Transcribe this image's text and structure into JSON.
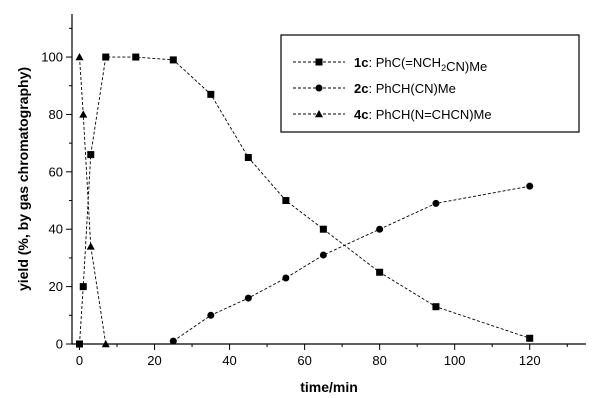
{
  "chart_data": {
    "type": "line",
    "xlabel": "time/min",
    "ylabel": "yield (%, by gas chromatography)",
    "xlim": [
      -2,
      135
    ],
    "ylim": [
      0,
      115
    ],
    "xticks": [
      0,
      20,
      40,
      60,
      80,
      100,
      120
    ],
    "yticks": [
      0,
      20,
      40,
      60,
      80,
      100
    ],
    "grid": false,
    "legend_position": "top-right",
    "series": [
      {
        "id": "1c",
        "marker": "square",
        "legend_parts": [
          {
            "text": "1c",
            "bold": true
          },
          {
            "text": ": PhC(=NCH"
          },
          {
            "text": "2",
            "sub": true
          },
          {
            "text": "CN)Me"
          }
        ],
        "x": [
          0,
          1,
          3,
          7,
          15,
          25,
          35,
          45,
          55,
          65,
          80,
          95,
          120
        ],
        "y": [
          0,
          20,
          66,
          100,
          100,
          99,
          87,
          65,
          50,
          40,
          25,
          13,
          2
        ]
      },
      {
        "id": "2c",
        "marker": "circle",
        "legend_parts": [
          {
            "text": "2c",
            "bold": true
          },
          {
            "text": ": PhCH(CN)Me"
          }
        ],
        "x": [
          25,
          35,
          45,
          55,
          65,
          80,
          95,
          120
        ],
        "y": [
          1,
          10,
          16,
          23,
          31,
          40,
          49,
          55
        ]
      },
      {
        "id": "4c",
        "marker": "triangle",
        "legend_parts": [
          {
            "text": "4c",
            "bold": true
          },
          {
            "text": ": PhCH(N=CHCN)Me"
          }
        ],
        "x": [
          0,
          1,
          3,
          7
        ],
        "y": [
          100,
          80,
          34,
          0
        ]
      }
    ]
  }
}
